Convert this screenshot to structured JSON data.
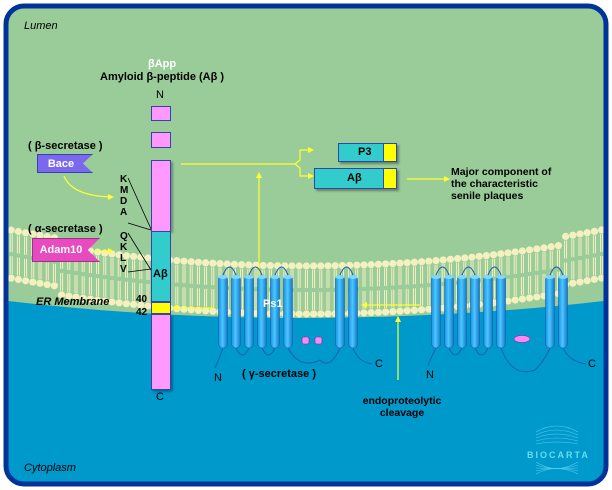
{
  "compartments": {
    "lumen": "Lumen",
    "membrane": "ER Membrane",
    "cytoplasm": "Cytoplasm"
  },
  "app": {
    "title": "βApp",
    "subtitle": "Amyloid β-peptide (Aβ )",
    "n_terminus": "N",
    "c_terminus": "C",
    "abeta_domain": "Aβ",
    "cleavage_40": "40",
    "cleavage_42": "42",
    "beta_site_residues": [
      "K",
      "M",
      "D",
      "A"
    ],
    "alpha_site_residues": [
      "Q",
      "K",
      "L",
      "V"
    ]
  },
  "enzymes": {
    "bace": {
      "role": "( β-secretase )",
      "name": "Bace",
      "color": "#7b68ee"
    },
    "adam10": {
      "role": "( α-secretase )",
      "name": "Adam10",
      "color": "#e84bbf"
    },
    "ps1": {
      "name": "Ps1",
      "role": "( γ-secretase )",
      "n_label": "N",
      "c_label": "C"
    },
    "ps1_second": {
      "n_label": "N",
      "c_label": "C"
    }
  },
  "products": {
    "p3": "P3",
    "abeta": "Aβ",
    "outcome": [
      "Major component of",
      "the characteristic",
      "senile plaques"
    ]
  },
  "annotations": {
    "endoproteolytic": [
      "endoproteolytic",
      "cleavage"
    ]
  },
  "logo": "BIOCARTA",
  "colors": {
    "lumen": "#99cc99",
    "cytoplasm": "#0099cc",
    "frame": "#003399",
    "lipid": "#f5f0c0",
    "app_pink": "#ff99ff",
    "abeta_teal": "#33cccc",
    "cleave_yellow": "#ffff00",
    "helix_blue": "#33bbff",
    "arrow_yellow": "#ffff33"
  }
}
